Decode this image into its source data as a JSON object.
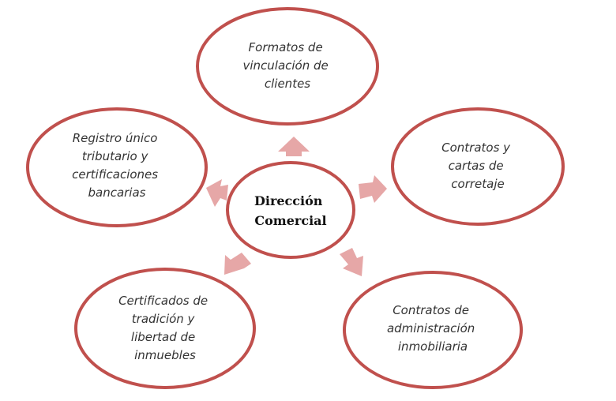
{
  "colors": {
    "border": "#c0504d",
    "arrow": "#e6a7a7",
    "background": "#ffffff"
  },
  "center": {
    "lines": [
      "Dirección",
      "Comercial"
    ]
  },
  "nodes": [
    {
      "id": "formatos",
      "lines": [
        "Formatos de",
        "vinculación de",
        "clientes"
      ]
    },
    {
      "id": "contratos-corretaje",
      "lines": [
        "Contratos y",
        "cartas de",
        "corretaje"
      ]
    },
    {
      "id": "contratos-administracion",
      "lines": [
        "Contratos de",
        "administración",
        "inmobiliaria"
      ]
    },
    {
      "id": "certificados",
      "lines": [
        "Certificados de",
        "tradición y",
        "libertad de",
        "inmuebles"
      ]
    },
    {
      "id": "registro",
      "lines": [
        "Registro único",
        "tributario y",
        "certificaciones",
        "bancarias"
      ]
    }
  ]
}
